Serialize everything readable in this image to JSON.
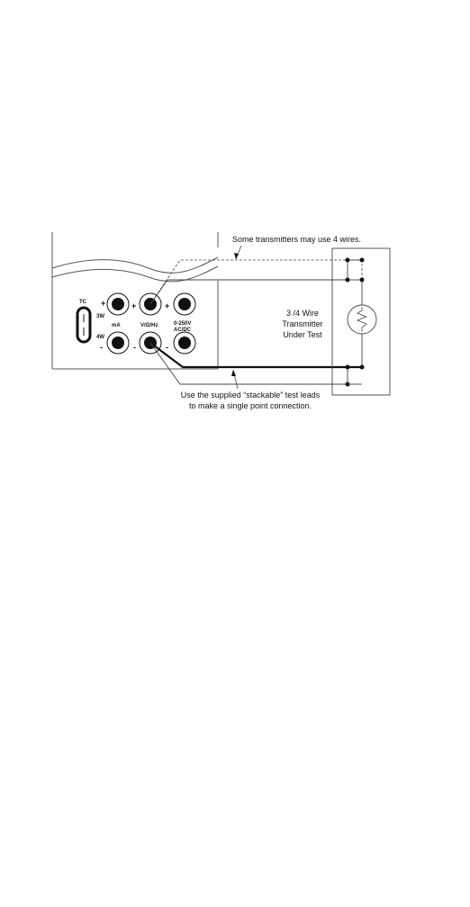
{
  "diagram": {
    "callout_top": "Some transmitters may use 4 wires.",
    "transmitter_label": [
      "3 /4 Wire",
      "Transmitter",
      "Under Test"
    ],
    "callout_bottom": [
      "Use the supplied “stackable” test leads",
      "to make a single point connection."
    ],
    "meter": {
      "tc_label": "TC",
      "label_3w": "3W",
      "label_4w": "4W",
      "label_ma": "mA",
      "label_vohm": "V/Ω/Hz",
      "label_250v": "0-250V",
      "label_acdc": "AC/DC",
      "plus": "+",
      "minus": "-"
    },
    "icons": [
      "thermocouple-socket-icon",
      "jack-icon",
      "resistor-icon"
    ]
  }
}
